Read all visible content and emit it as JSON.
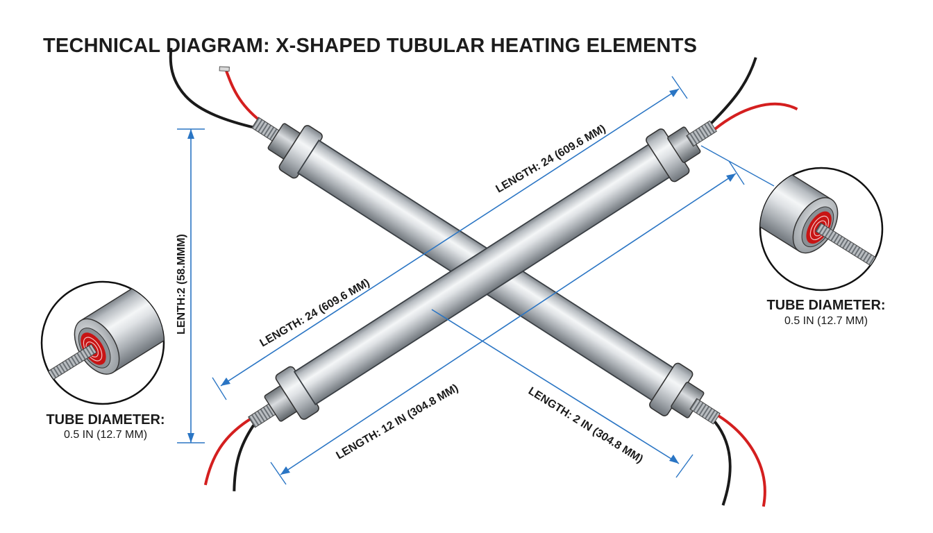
{
  "title": "TECHNICAL DIAGRAM: X-SHAPED TUBULAR HEATING ELEMENTS",
  "dimensions": {
    "length_upper": "LENGTH: 24 (609.6 MM)",
    "length_left": "LENGTH: 24 (609.6 MM)",
    "length_bottom_left": "LENGTH: 12 IN (304.8 MM)",
    "length_bottom_right": "LENGTH: 2 IN (304.8 MM)",
    "length_vertical": "LENTH:2 (58.MMM)"
  },
  "callouts": {
    "left": {
      "heading": "TUBE DIAMETER:",
      "value": "0.5 IN (12.7 MM)"
    },
    "right": {
      "heading": "TUBE DIAMETER:",
      "value": "0.5 IN (12.7 MM)"
    }
  },
  "colors": {
    "dimension_line": "#2a75c4",
    "tube_metal": "#c9ccd0",
    "wire_red": "#d41f1f",
    "wire_black": "#1a1a1a",
    "coil_red": "#c81414"
  }
}
